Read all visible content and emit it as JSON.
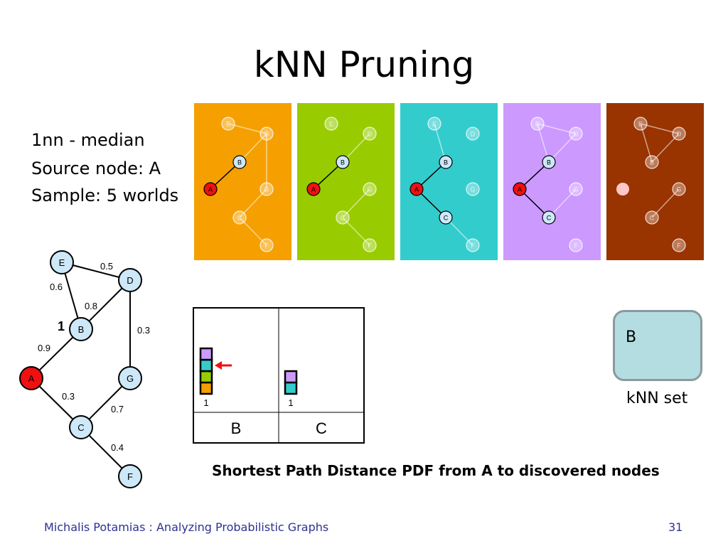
{
  "slide": {
    "title": "kNN Pruning",
    "info_lines": [
      "1nn - median",
      "Source node: A",
      "Sample: 5 worlds"
    ],
    "footer": "Michalis Potamias : Analyzing Probabilistic Graphs",
    "page_number": "31"
  },
  "graph": {
    "nodes": [
      "E",
      "D",
      "B",
      "A",
      "G",
      "C",
      "F"
    ],
    "source_node": "A",
    "edges": [
      {
        "from": "E",
        "to": "D",
        "weight": "0.5"
      },
      {
        "from": "E",
        "to": "B",
        "weight": "0.6"
      },
      {
        "from": "B",
        "to": "D",
        "weight": "0.8"
      },
      {
        "from": "D",
        "to": "G",
        "weight": "0.3"
      },
      {
        "from": "A",
        "to": "B",
        "weight": "0.9"
      },
      {
        "from": "A",
        "to": "C",
        "weight": "0.3"
      },
      {
        "from": "C",
        "to": "G",
        "weight": "0.7"
      },
      {
        "from": "C",
        "to": "F",
        "weight": "0.4"
      }
    ],
    "node_annotation": {
      "node": "B",
      "text": "1"
    },
    "colors": {
      "node_fill": "#cde8f8",
      "source_fill": "#ee1111",
      "edge": "#000000"
    }
  },
  "worlds": [
    {
      "color": "#f5a000",
      "highlighted_nodes": [
        "A",
        "B"
      ],
      "dark_edges": [
        [
          "A",
          "B"
        ]
      ],
      "faint_edges": [
        [
          "E",
          "D"
        ],
        [
          "B",
          "D"
        ],
        [
          "D",
          "G"
        ],
        [
          "C",
          "G"
        ],
        [
          "C",
          "F"
        ]
      ],
      "source_visible": true
    },
    {
      "color": "#99cc00",
      "highlighted_nodes": [
        "A",
        "B"
      ],
      "dark_edges": [
        [
          "A",
          "B"
        ]
      ],
      "faint_edges": [
        [
          "B",
          "D"
        ],
        [
          "C",
          "G"
        ],
        [
          "C",
          "F"
        ]
      ],
      "source_visible": true
    },
    {
      "color": "#33cccc",
      "highlighted_nodes": [
        "A",
        "B",
        "C"
      ],
      "dark_edges": [
        [
          "A",
          "B"
        ],
        [
          "A",
          "C"
        ]
      ],
      "faint_edges": [
        [
          "E",
          "B"
        ],
        [
          "C",
          "F"
        ]
      ],
      "source_visible": true
    },
    {
      "color": "#cc99ff",
      "highlighted_nodes": [
        "A",
        "B",
        "C"
      ],
      "dark_edges": [
        [
          "A",
          "B"
        ],
        [
          "A",
          "C"
        ]
      ],
      "faint_edges": [
        [
          "E",
          "D"
        ],
        [
          "E",
          "B"
        ],
        [
          "B",
          "D"
        ],
        [
          "C",
          "G"
        ]
      ],
      "source_visible": true
    },
    {
      "color": "#993300",
      "highlighted_nodes": [],
      "dark_edges": [],
      "faint_edges": [
        [
          "E",
          "D"
        ],
        [
          "E",
          "B"
        ],
        [
          "B",
          "D"
        ],
        [
          "C",
          "G"
        ]
      ],
      "source_visible": false
    }
  ],
  "pdf": {
    "columns": [
      {
        "label": "B",
        "stack": [
          "#f5a000",
          "#99cc00",
          "#33cccc",
          "#cc99ff"
        ],
        "x_tick": "1",
        "arrow_level": 3
      },
      {
        "label": "C",
        "stack": [
          "#33cccc",
          "#cc99ff"
        ],
        "x_tick": "1"
      }
    ],
    "arrow_color": "#ee1111",
    "caption": "Shortest Path Distance PDF from A to discovered nodes"
  },
  "knn": {
    "items": [
      "B"
    ],
    "label": "kNN set",
    "box_color": "#b4dde2"
  }
}
